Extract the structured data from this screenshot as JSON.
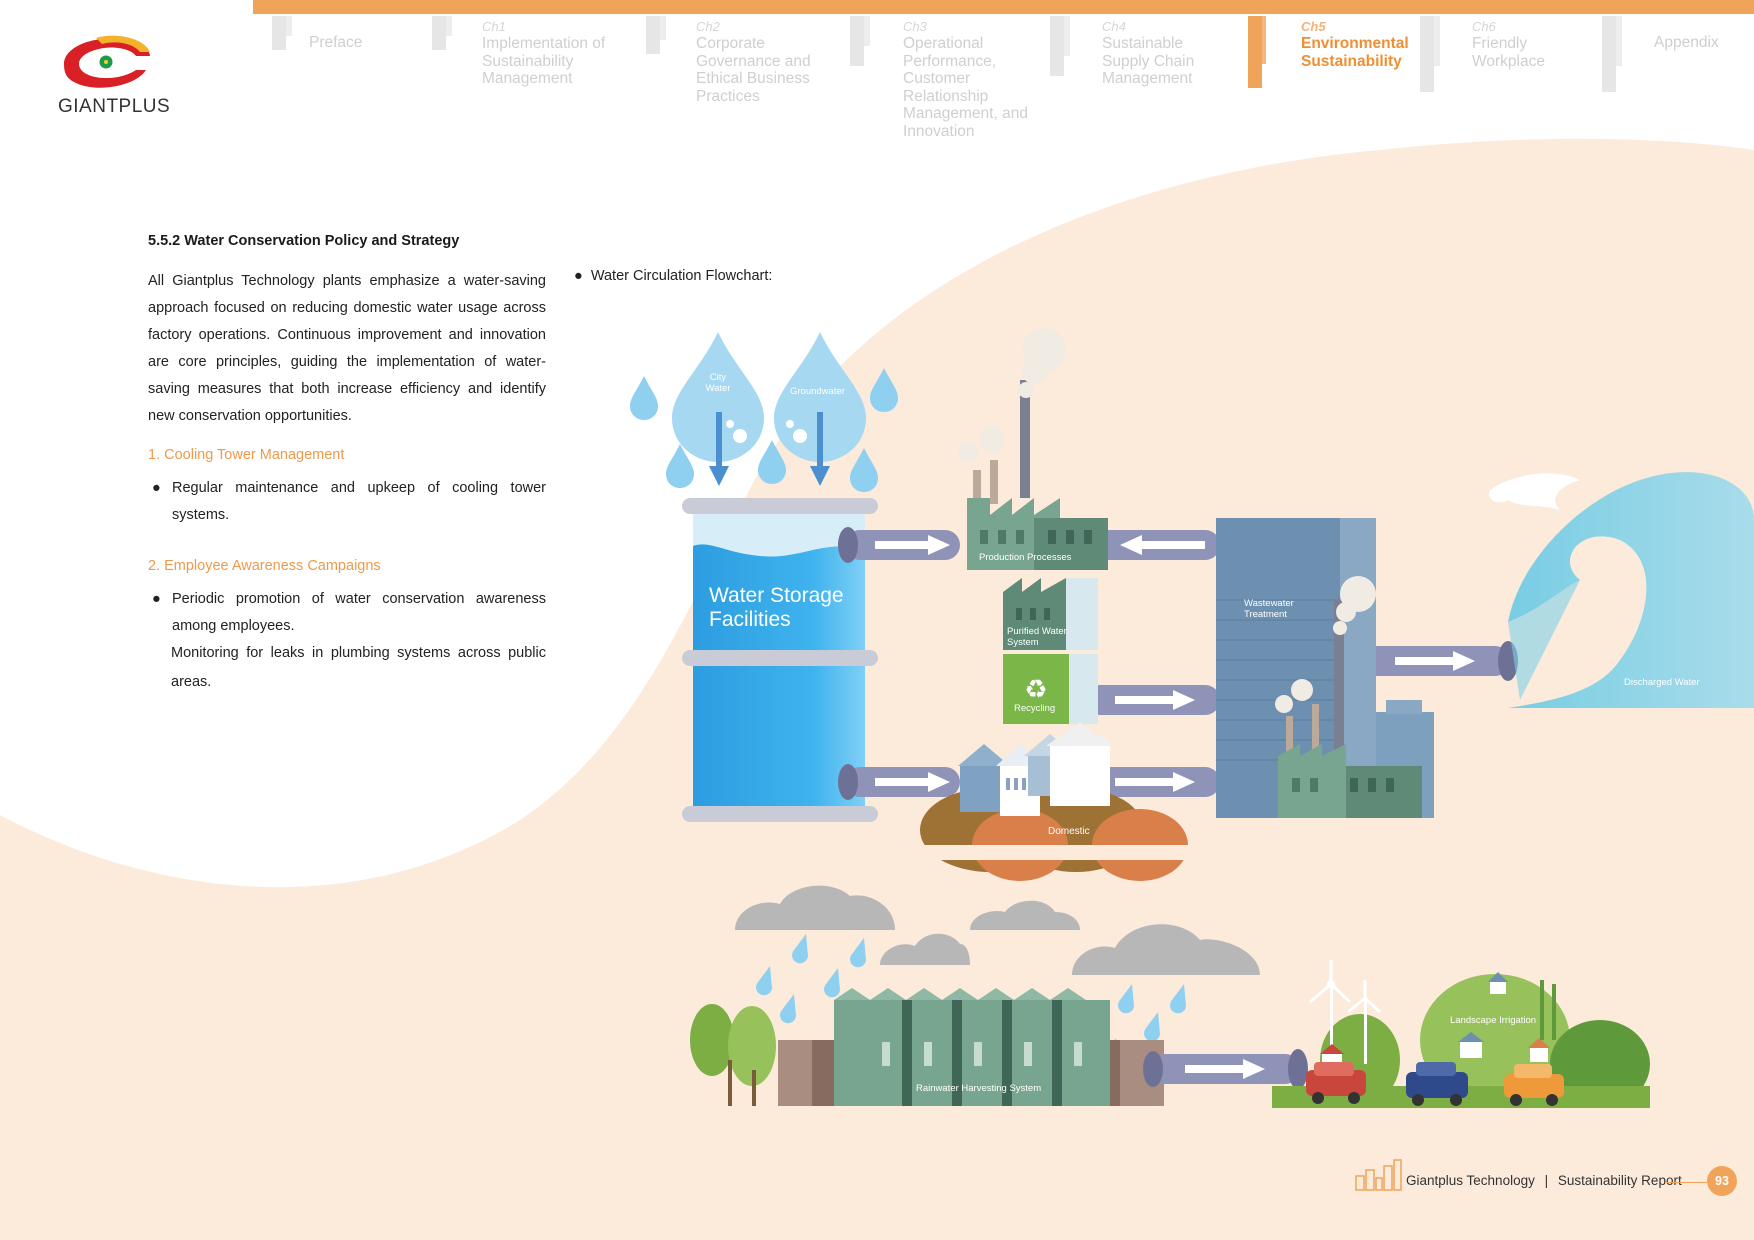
{
  "brand": {
    "name": "GIANTPLUS"
  },
  "nav": {
    "items": [
      {
        "chapter": "",
        "label": "Preface"
      },
      {
        "chapter": "Ch1",
        "label": "Implementation of Sustainability Management"
      },
      {
        "chapter": "Ch2",
        "label": "Corporate Governance and Ethical Business Practices"
      },
      {
        "chapter": "Ch3",
        "label": "Operational Performance, Customer Relationship Management, and Innovation"
      },
      {
        "chapter": "Ch4",
        "label": "Sustainable Supply Chain Management"
      },
      {
        "chapter": "Ch5",
        "label": "Environmental Sustainability"
      },
      {
        "chapter": "Ch6",
        "label": "Friendly Workplace"
      },
      {
        "chapter": "",
        "label": "Appendix"
      }
    ],
    "active_index": 5
  },
  "content": {
    "section_title": "5.5.2 Water Conservation Policy and Strategy",
    "intro": "All Giantplus Technology plants emphasize a water-saving approach focused on reducing domestic water usage across factory operations. Continuous improvement and innovation are core principles, guiding the implementation of water-saving measures that both increase efficiency and identify new conservation opportunities.",
    "sub1": "1. Cooling Tower Management",
    "sub1_bullet": "Regular maintenance and upkeep of cooling tower systems.",
    "sub2": "2. Employee Awareness Campaigns",
    "sub2_bullet": "Periodic promotion of water conservation awareness among employees.",
    "sub2_extra": "Monitoring for leaks in plumbing systems across public areas.",
    "flow_label": "Water Circulation Flowchart:"
  },
  "diagram": {
    "city_water": "City Water",
    "groundwater": "Groundwater",
    "storage": "Water Storage Facilities",
    "production": "Production Processes",
    "purified": "Purified Water System",
    "recycling": "Recycling",
    "domestic": "Domestic",
    "wastewater": "Wastewater Treatment",
    "discharged": "Discharged Water",
    "rainwater": "Rainwater Harvesting System",
    "landscape": "Landscape Irrigation"
  },
  "footer": {
    "company": "Giantplus Technology",
    "separator": "|",
    "report": "Sustainability Report",
    "page": "93"
  },
  "colors": {
    "accent": "#f0a45a",
    "background_curve": "#fcebdb",
    "water_blue": "#3aa8e8",
    "factory_green": "#78a590",
    "pipe": "#8f93b8"
  }
}
